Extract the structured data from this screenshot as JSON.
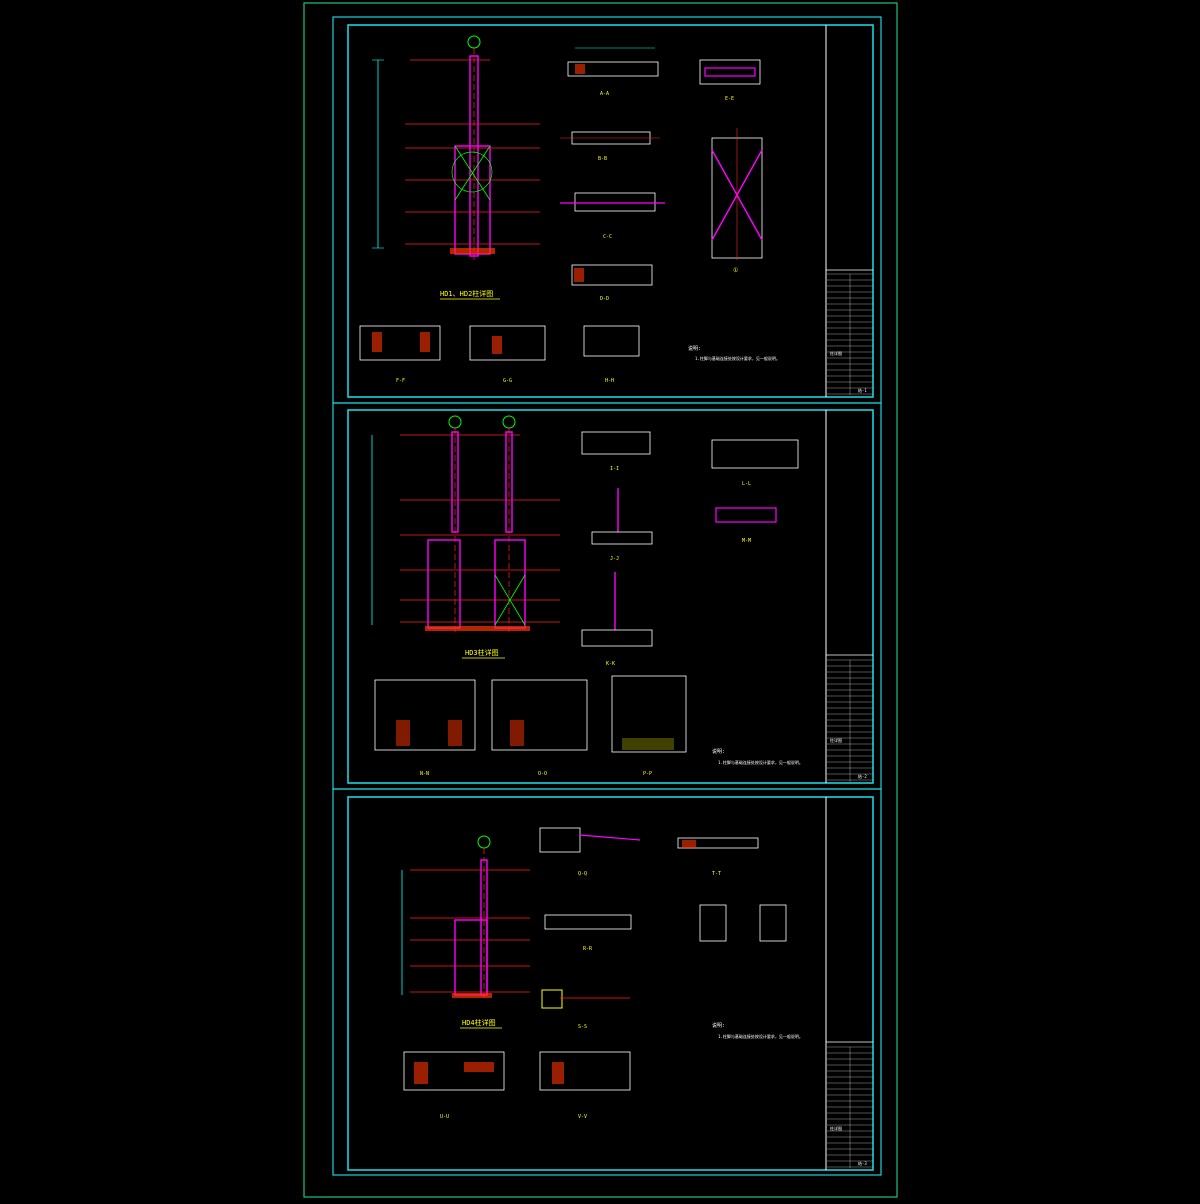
{
  "colors": {
    "background": "#000000",
    "outer_frame": "#22c07a",
    "sheet_frame": "#19d3e0",
    "member": "#ff00ff",
    "grid_line": "#ff2222",
    "dimension": "#00ffff",
    "label": "#ffff00",
    "detail_fill": "#ff3300",
    "brace": "#00ff00",
    "white_line": "#f0f0f0"
  },
  "sheets": [
    {
      "elevation_title": "HD1、HD2柱详图",
      "section_labels": [
        "A-A",
        "B-B",
        "C-C",
        "D-D",
        "E-E",
        "F-F",
        "G-G",
        "H-H",
        "①"
      ],
      "notes_title": "说明:",
      "notes_line": "1.柱脚与基础连接处按设计要求，见一般说明。",
      "title_block_caption": "柱详图",
      "drawing_no": "结-1"
    },
    {
      "elevation_title": "HD3柱详图",
      "section_labels": [
        "I-I",
        "J-J",
        "K-K",
        "L-L",
        "M-M",
        "N-N",
        "O-O",
        "P-P"
      ],
      "notes_title": "说明:",
      "notes_line": "1.柱脚与基础连接处按设计要求，见一般说明。",
      "title_block_caption": "柱详图",
      "drawing_no": "结-2"
    },
    {
      "elevation_title": "HD4柱详图",
      "section_labels": [
        "Q-Q",
        "R-R",
        "S-S",
        "T-T",
        "U-U",
        "V-V"
      ],
      "notes_title": "说明:",
      "notes_line": "1.柱脚与基础连接处按设计要求，见一般说明。",
      "title_block_caption": "柱详图",
      "drawing_no": "结-3"
    }
  ]
}
